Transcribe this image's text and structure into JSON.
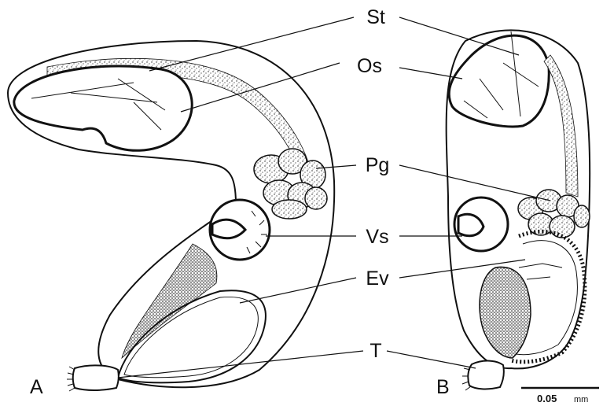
{
  "labels": {
    "st": "St",
    "os": "Os",
    "pg": "Pg",
    "vs": "Vs",
    "ev": "Ev",
    "t": "T"
  },
  "panels": {
    "a": "A",
    "b": "B"
  },
  "scale_bar": {
    "value": "0.05",
    "unit": "mm"
  }
}
